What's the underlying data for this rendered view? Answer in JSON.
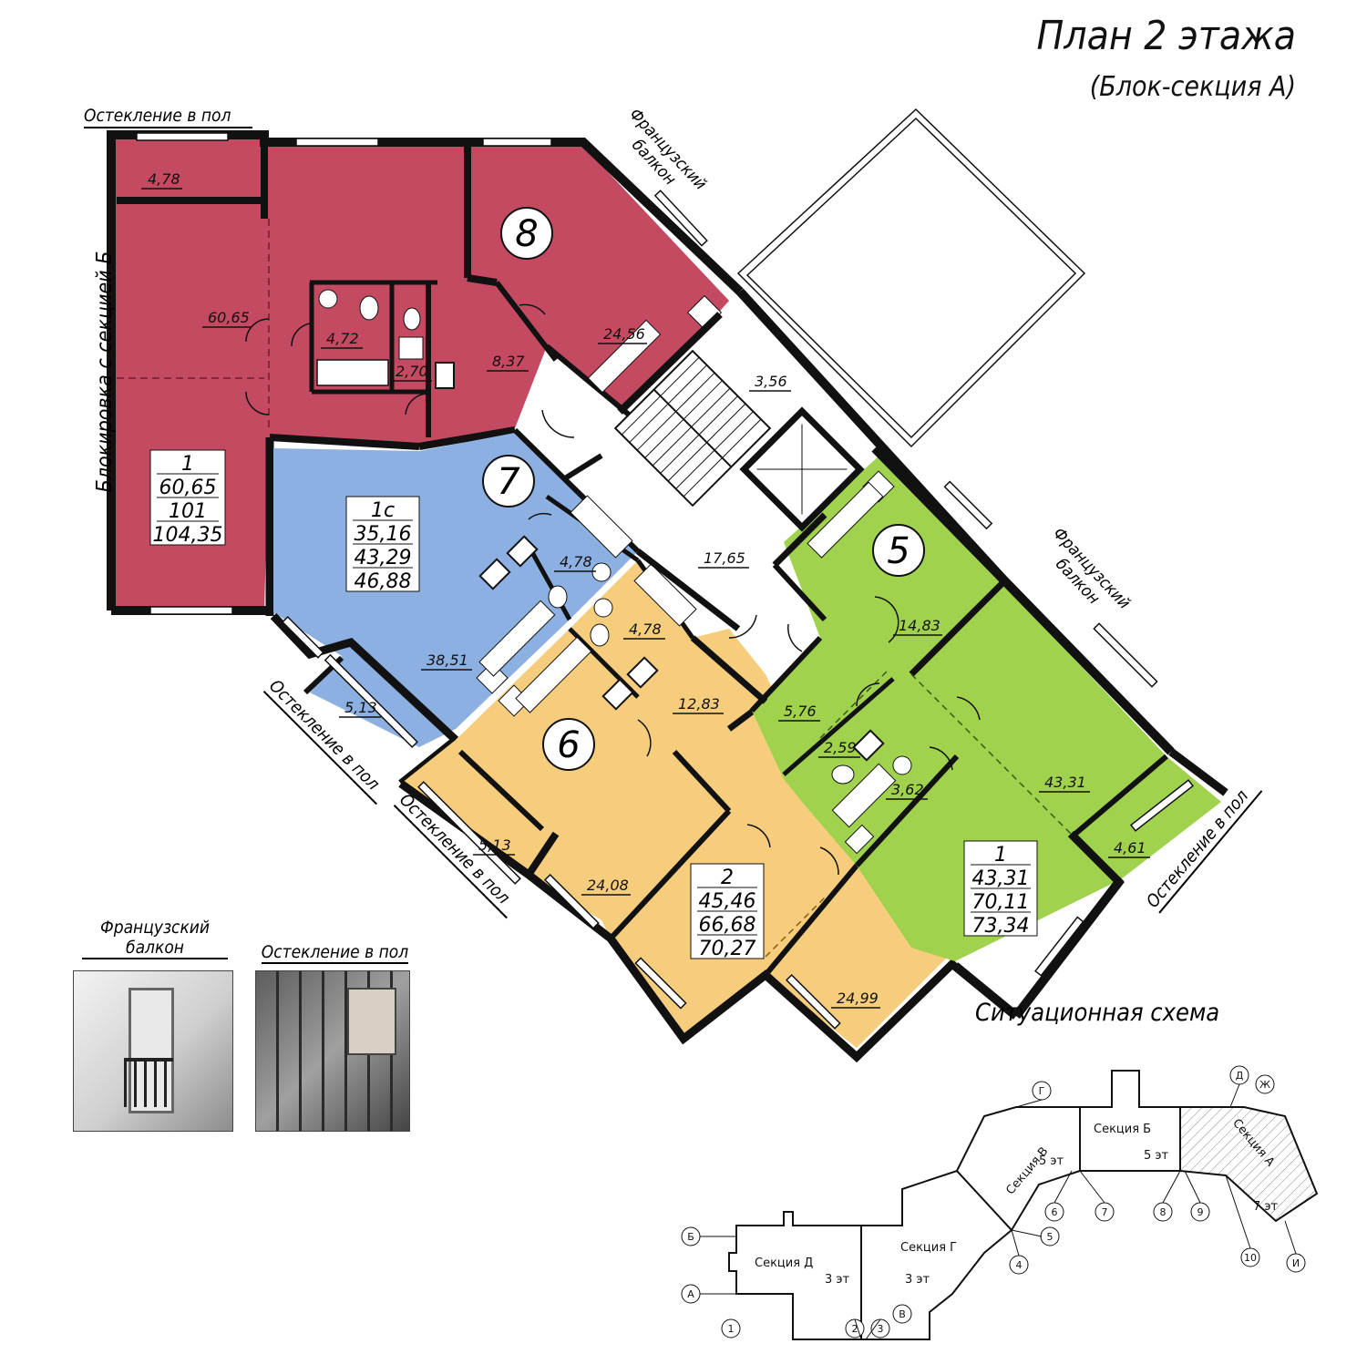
{
  "header": {
    "title": "План 2 этажа",
    "subtitle": "(Блок-секция А)"
  },
  "labels": {
    "blocking": "Блокировка с секцией Б",
    "glazing_top": "Остекление в пол",
    "french_top": "Французский балкон",
    "french_right": "Французский балкон",
    "glazing_left1": "Остекление в пол",
    "glazing_left2": "Остекление в пол",
    "glazing_right": "Остекление в пол"
  },
  "apartments": {
    "a8": {
      "number": "8",
      "color": "#C44A62",
      "type": "1",
      "areas": [
        "60,65",
        "101",
        "104,35"
      ]
    },
    "a7": {
      "number": "7",
      "color": "#8DB0E2",
      "type": "1с",
      "areas": [
        "35,16",
        "43,29",
        "46,88"
      ]
    },
    "a6": {
      "number": "6",
      "color": "#F5CD7C",
      "type": "2",
      "areas": [
        "45,46",
        "66,68",
        "70,27"
      ]
    },
    "a5": {
      "number": "5",
      "color": "#A0D24E",
      "type": "1",
      "areas": [
        "43,31",
        "70,11",
        "73,34"
      ]
    }
  },
  "rooms": {
    "r478a": "4,78",
    "r6065": "60,65",
    "r472": "4,72",
    "r270": "2,70",
    "r837": "8,37",
    "r2456": "24,56",
    "r356": "3,56",
    "r1765": "17,65",
    "r478b": "4,78",
    "r478c": "4,78",
    "r3851": "38,51",
    "r513a": "5,13",
    "r513b": "5,13",
    "r1283": "12,83",
    "r2408": "24,08",
    "r2499": "24,99",
    "r1483": "14,83",
    "r576": "5,76",
    "r259": "2,59",
    "r362": "3,62",
    "r4331": "43,31",
    "r461": "4,61"
  },
  "legend": {
    "french_caption": "Французский балкон",
    "glazing_caption": "Остекление в пол"
  },
  "scheme": {
    "title": "Ситуационная схема",
    "sections": [
      "Секция Д",
      "Секция Г",
      "Секция В",
      "Секция Б",
      "Секция А"
    ],
    "floors": [
      "3 эт",
      "3 эт",
      "5 эт",
      "5 эт",
      "7 эт"
    ],
    "axes": [
      "Б",
      "А",
      "1",
      "2",
      "3",
      "В",
      "4",
      "5",
      "6",
      "7",
      "8",
      "9",
      "10",
      "И",
      "Г",
      "Д",
      "Ж"
    ]
  }
}
